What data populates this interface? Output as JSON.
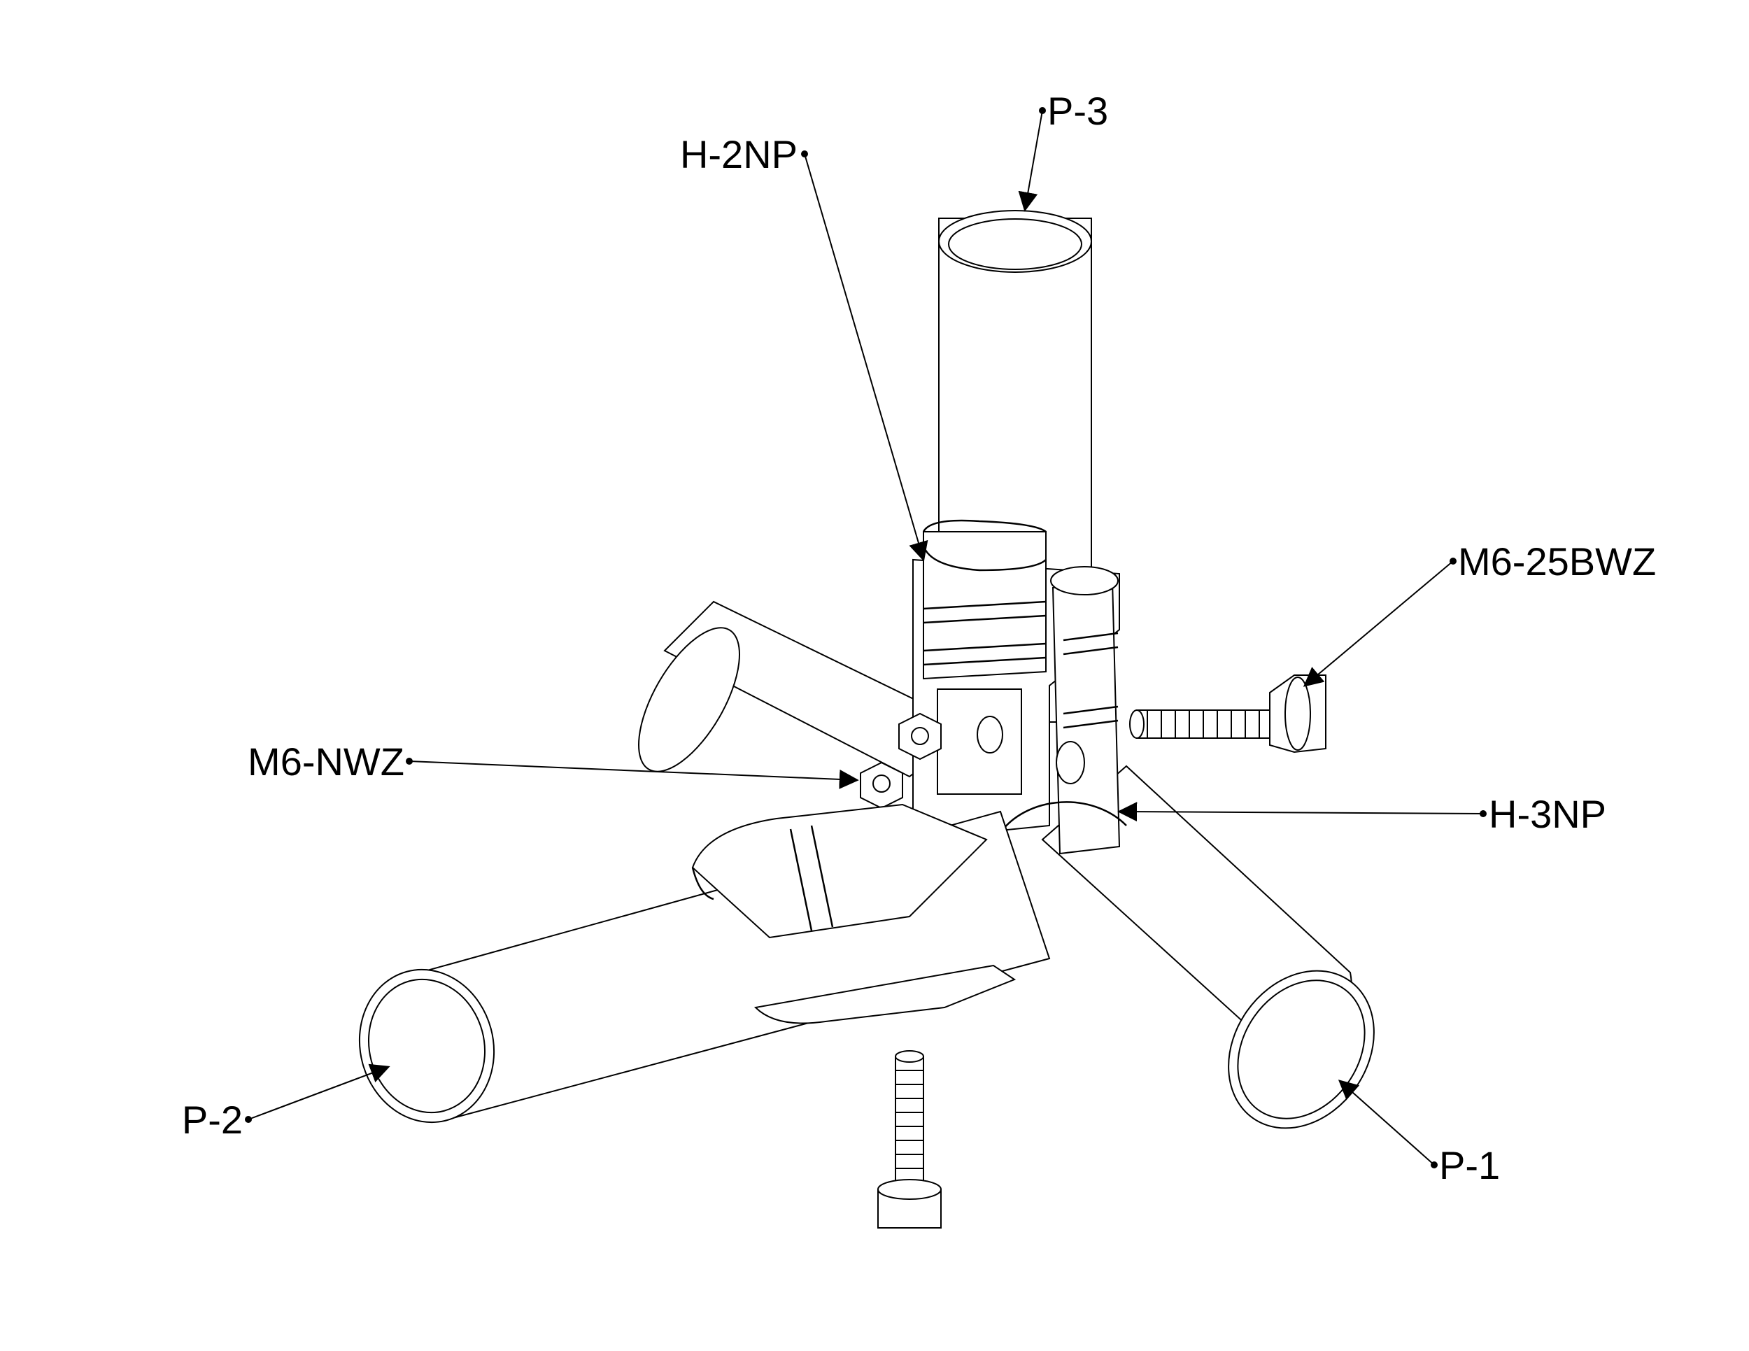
{
  "callouts": {
    "p3": "P-3",
    "h2np": "H-2NP",
    "m6_25bwz": "M6-25BWZ",
    "m6_nwz": "M6-NWZ",
    "h3np": "H-3NP",
    "p2": "P-2",
    "p1": "P-1"
  }
}
